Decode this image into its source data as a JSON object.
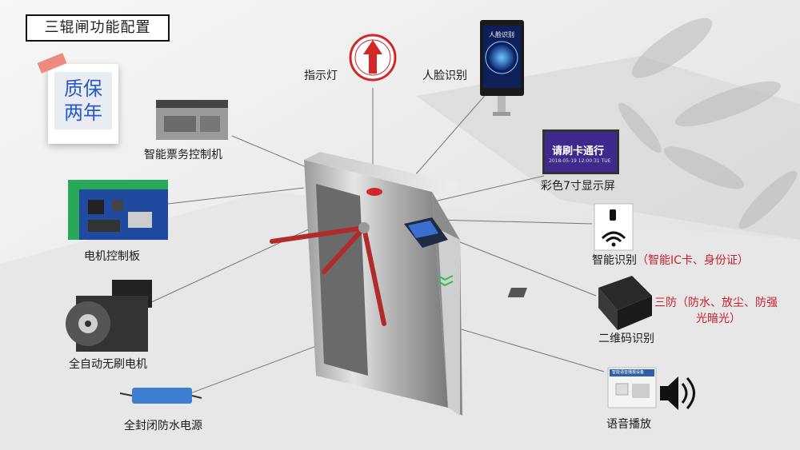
{
  "title": "三辊闸功能配置",
  "warranty": {
    "line1": "质保",
    "line2": "两年"
  },
  "components": {
    "indicator": "指示灯",
    "face": "人脸识别",
    "ticket": "智能票务控制机",
    "display": "彩色7寸显示屏",
    "motor_board": "电机控制板",
    "smart_id": "智能识别",
    "smart_id_note": "（智能IC卡、身份证）",
    "motor": "全自动无刷电机",
    "qr": "二维码识别",
    "three_proof_1": "三防（防水、放尘、防强",
    "three_proof_2": "光暗光）",
    "power": "全封闭防水电源",
    "voice": "语音播放"
  },
  "device_screens": {
    "face_screen_text": "人脸识别",
    "display_text": "请刷卡通行",
    "display_date": "2018-05-19  12:00:31  TUE",
    "voice_box_label": "智能语音播报设备"
  },
  "colors": {
    "accent_red": "#c8202b",
    "warranty_blue": "#2a58c8",
    "indicator_red": "#d42828"
  }
}
